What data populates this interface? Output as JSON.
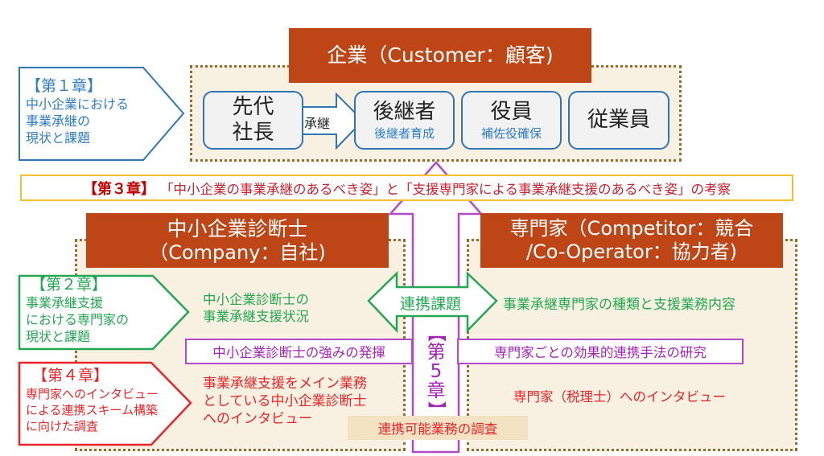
{
  "colors": {
    "orange": "#BE4616",
    "dot": "#8C6D33",
    "dotfill": "#F8F0E0",
    "blue": "#2E75B6",
    "green": "#22A852",
    "red": "#E8262A",
    "purple": "#B04AC8",
    "gold": "#F5C02A",
    "beige": "#F4E3C3"
  },
  "customer": {
    "header": "企業（Customer：顧客)",
    "members": [
      {
        "lines": [
          "先代",
          "社長"
        ],
        "sub": ""
      },
      {
        "lines": [
          "後継者"
        ],
        "sub": "後継者育成"
      },
      {
        "lines": [
          "役員"
        ],
        "sub": "補佐役確保"
      },
      {
        "lines": [
          "従業員"
        ],
        "sub": ""
      }
    ],
    "succession_arrow_label": "承継"
  },
  "company": {
    "header_lines": [
      "中小企業診断士",
      "（Company：自社)"
    ],
    "status_lines": [
      "中小企業診断士の",
      "事業承継支援状況"
    ],
    "strength_box": "中小企業診断士の強みの発揮",
    "interview_lines": [
      "事業承継支援をメイン業務",
      "としている中小企業診断士",
      "へのインタビュー"
    ]
  },
  "experts": {
    "header_lines": [
      "専門家（Competitor：競合",
      "/Co-Operator：協力者)"
    ],
    "types_text": "事業承継専門家の種類と支援業務内容",
    "method_box": "専門家ごとの効果的連携手法の研究",
    "interview_text": "専門家（税理士）へのインタビュー"
  },
  "collaboration": {
    "issue_arrow_label": "連携課題",
    "possible_tasks_box": "連携可能業務の調査"
  },
  "chapters": {
    "ch1": {
      "title": "【第１章】",
      "lines": [
        "中小企業における",
        "事業承継の",
        "現状と課題"
      ]
    },
    "ch2": {
      "title": "【第２章】",
      "lines": [
        "事業承継支援",
        "における専門家の",
        "現状と課題"
      ]
    },
    "ch3": {
      "title": "【第３章】",
      "text": "「中小企業の事業承継のあるべき姿」と「支援専門家による事業承継支援のあるべき姿」の考察"
    },
    "ch4": {
      "title": "【第４章】",
      "lines": [
        "専門家へのインタビュー",
        "による連携スキーム構築",
        "に向けた調査"
      ]
    },
    "ch5": {
      "chars": [
        "【",
        "第",
        "5",
        "章",
        "】"
      ]
    }
  }
}
